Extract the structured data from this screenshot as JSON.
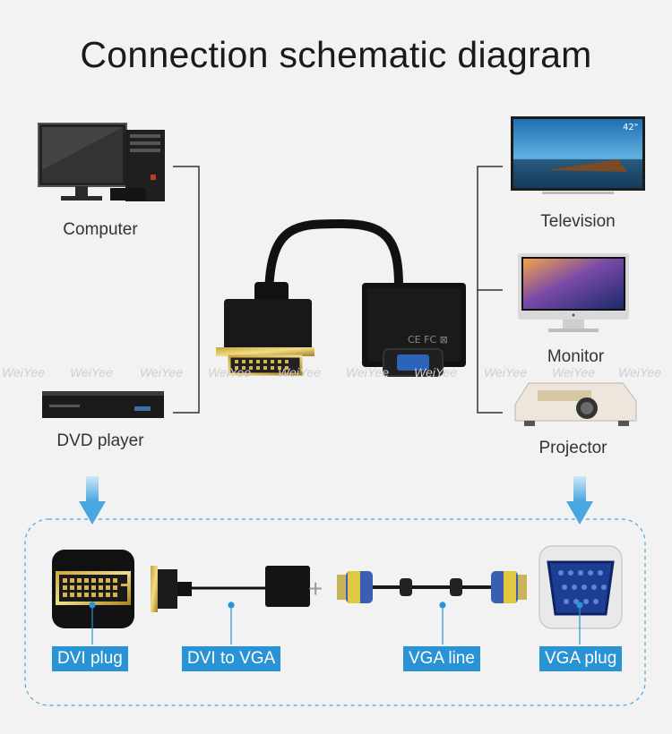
{
  "title": "Connection schematic diagram",
  "sources": [
    {
      "label": "Computer",
      "icon": "computer-icon"
    },
    {
      "label": "DVD player",
      "icon": "dvd-player-icon"
    }
  ],
  "targets": [
    {
      "label": "Television",
      "icon": "television-icon",
      "size_badge": "42\""
    },
    {
      "label": "Monitor",
      "icon": "monitor-icon"
    },
    {
      "label": "Projector",
      "icon": "projector-icon"
    }
  ],
  "adapter": {
    "icon": "dvi-to-vga-adapter-icon"
  },
  "chain": {
    "plus": "+",
    "labels": [
      "DVI plug",
      "DVI to VGA",
      "VGA line",
      "VGA plug"
    ]
  },
  "watermark": "WeiYee",
  "colors": {
    "accent": "#2a93d5",
    "arrow": "#49a6e0",
    "background": "#f2f2f2"
  }
}
